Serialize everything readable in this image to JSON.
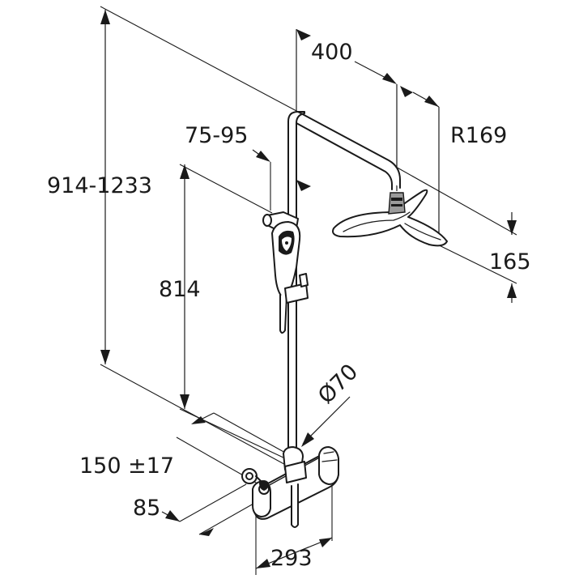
{
  "dimensions": {
    "total_height": "914-1233",
    "arm_length": "400",
    "head_radius": "R169",
    "holder_offset": "75-95",
    "head_height": "165",
    "bar_height": "814",
    "bar_diameter": "Ø70",
    "inlet_spacing": "150 ±17",
    "wall_offset": "85",
    "mixer_width": "293"
  }
}
